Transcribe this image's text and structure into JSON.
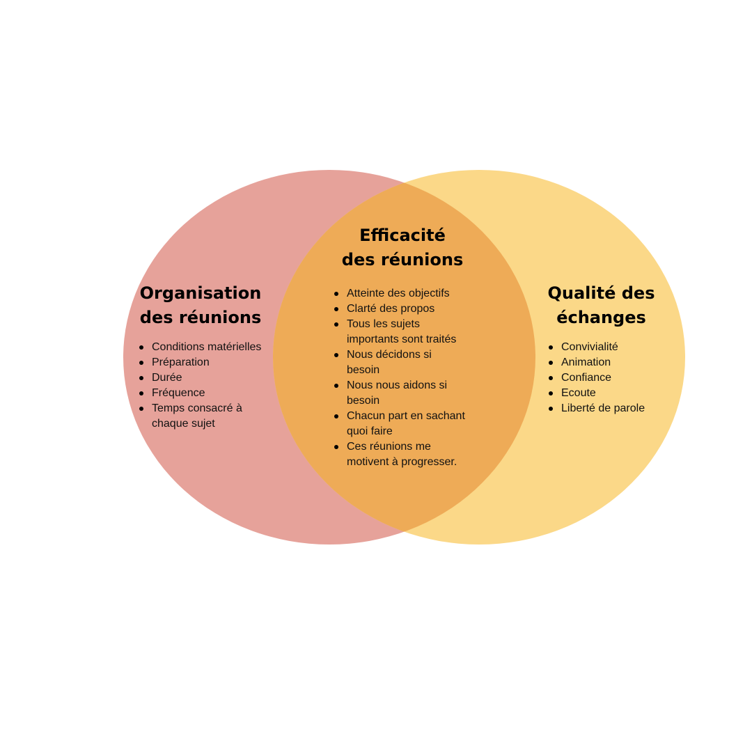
{
  "colors": {
    "background": "#ffffff",
    "left_circle": "#e6a29a",
    "right_circle": "#fbd888",
    "overlap": "#eeab57",
    "text": "#111111"
  },
  "left": {
    "title_line1": "Organisation",
    "title_line2": "des réunions",
    "items": [
      "Conditions matérielles",
      "Préparation",
      "Durée",
      "Fréquence",
      "Temps consacré à chaque sujet"
    ]
  },
  "center": {
    "title_line1": "Efficacité",
    "title_line2": "des réunions",
    "items": [
      "Atteinte des objectifs",
      "Clarté des propos",
      "Tous les sujets importants sont traités",
      "Nous décidons si besoin",
      "Nous nous aidons si besoin",
      "Chacun part en sachant quoi faire",
      "Ces réunions me motivent à progresser."
    ]
  },
  "right": {
    "title_line1": "Qualité des",
    "title_line2": "échanges",
    "items": [
      "Convivialité",
      "Animation",
      "Confiance",
      "Ecoute",
      "Liberté de parole"
    ]
  }
}
